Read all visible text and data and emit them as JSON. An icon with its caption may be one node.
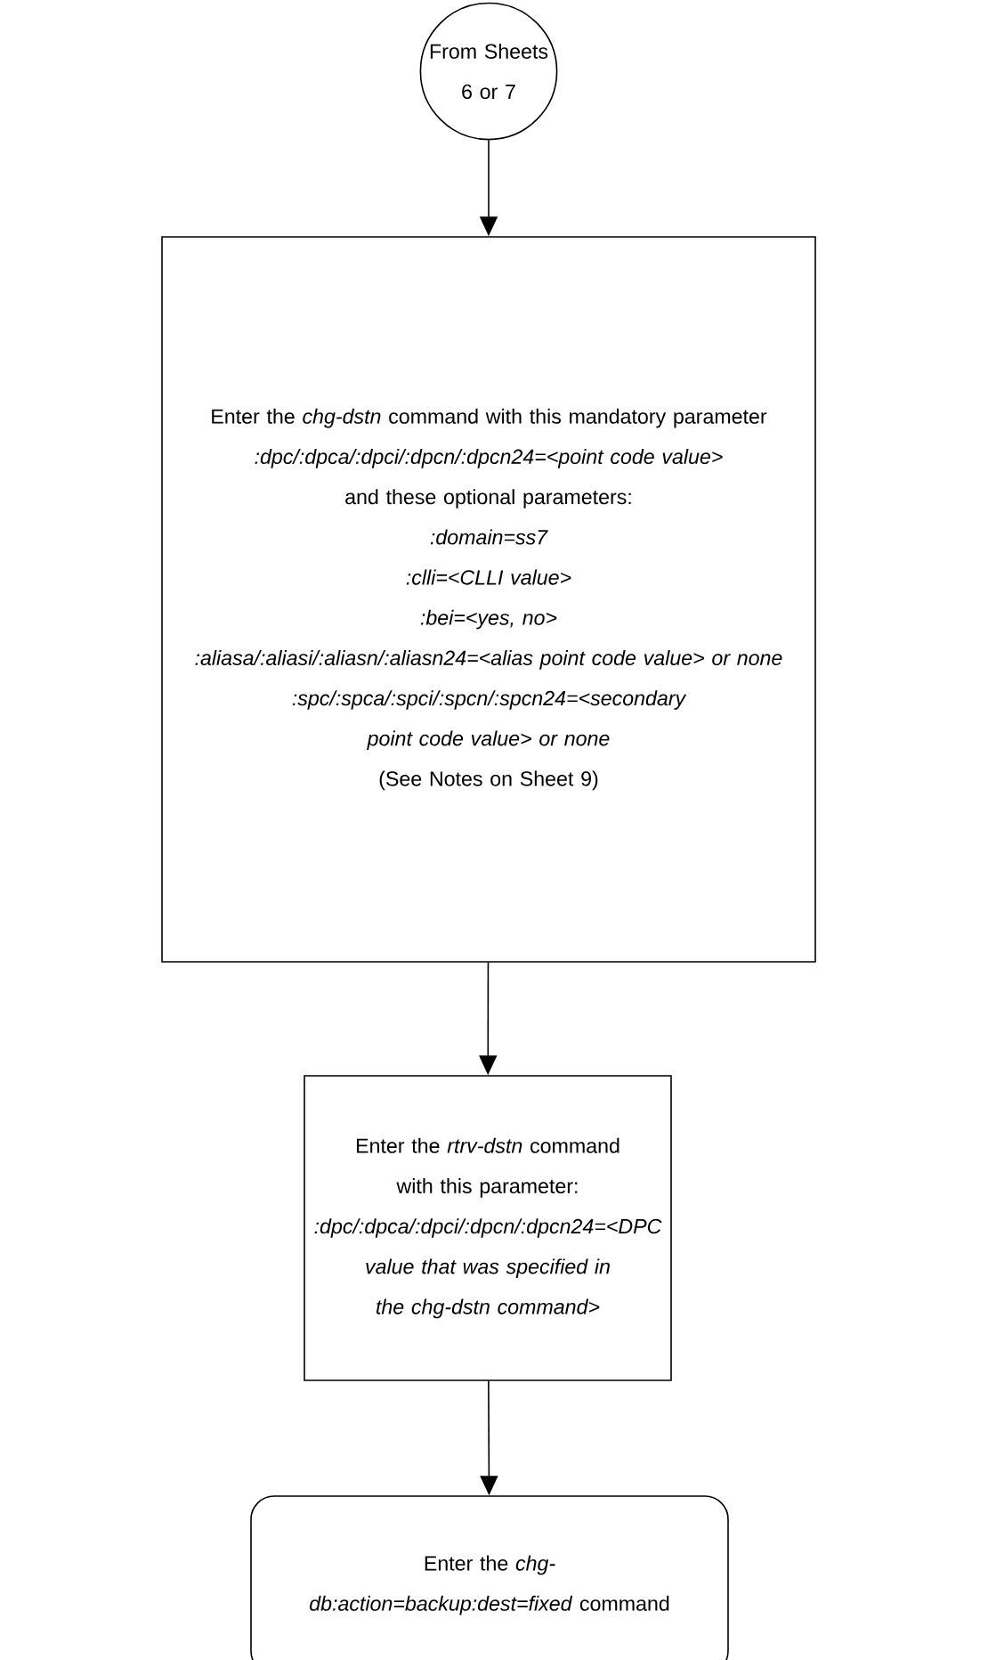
{
  "diagram": {
    "nodes": [
      {
        "text": [
          "From Sheets 6 or 7"
        ]
      },
      {
        "text": [
          "Enter the *chg-dstn* command with this mandatory parameter *:dpc/:dpca/:dpci/:dpcn/:dpcn24=<point code value>*",
          "and these optional parameters:",
          ":domain=ss7",
          ":clli=<CLLI value>",
          ":bei=<yes, no>",
          ":aliasa/:aliasi/:aliasn/:aliasn24=<alias point code value> or none",
          ":spc/:spca/:spci/:spcn/:spcn24=<secondary point code value> or none",
          "(See Notes on Sheet 9)"
        ]
      },
      {
        "text": [
          "Enter the *rtrv-dstn* command with this parameter: *:dpc/:dpca/:dpci/:dpcn/:dpcn24=<DPC value that was specified in the chg-dstn command>*"
        ]
      },
      {
        "text": [
          "Enter the *chg-db:action=backup:dest=fixed* command"
        ]
      }
    ],
    "edges": [
      {
        "from": 0,
        "to": 1,
        "arrow": "to"
      },
      {
        "from": 1,
        "to": 2,
        "arrow": "to"
      },
      {
        "from": 2,
        "to": 3,
        "arrow": "to"
      }
    ]
  }
}
